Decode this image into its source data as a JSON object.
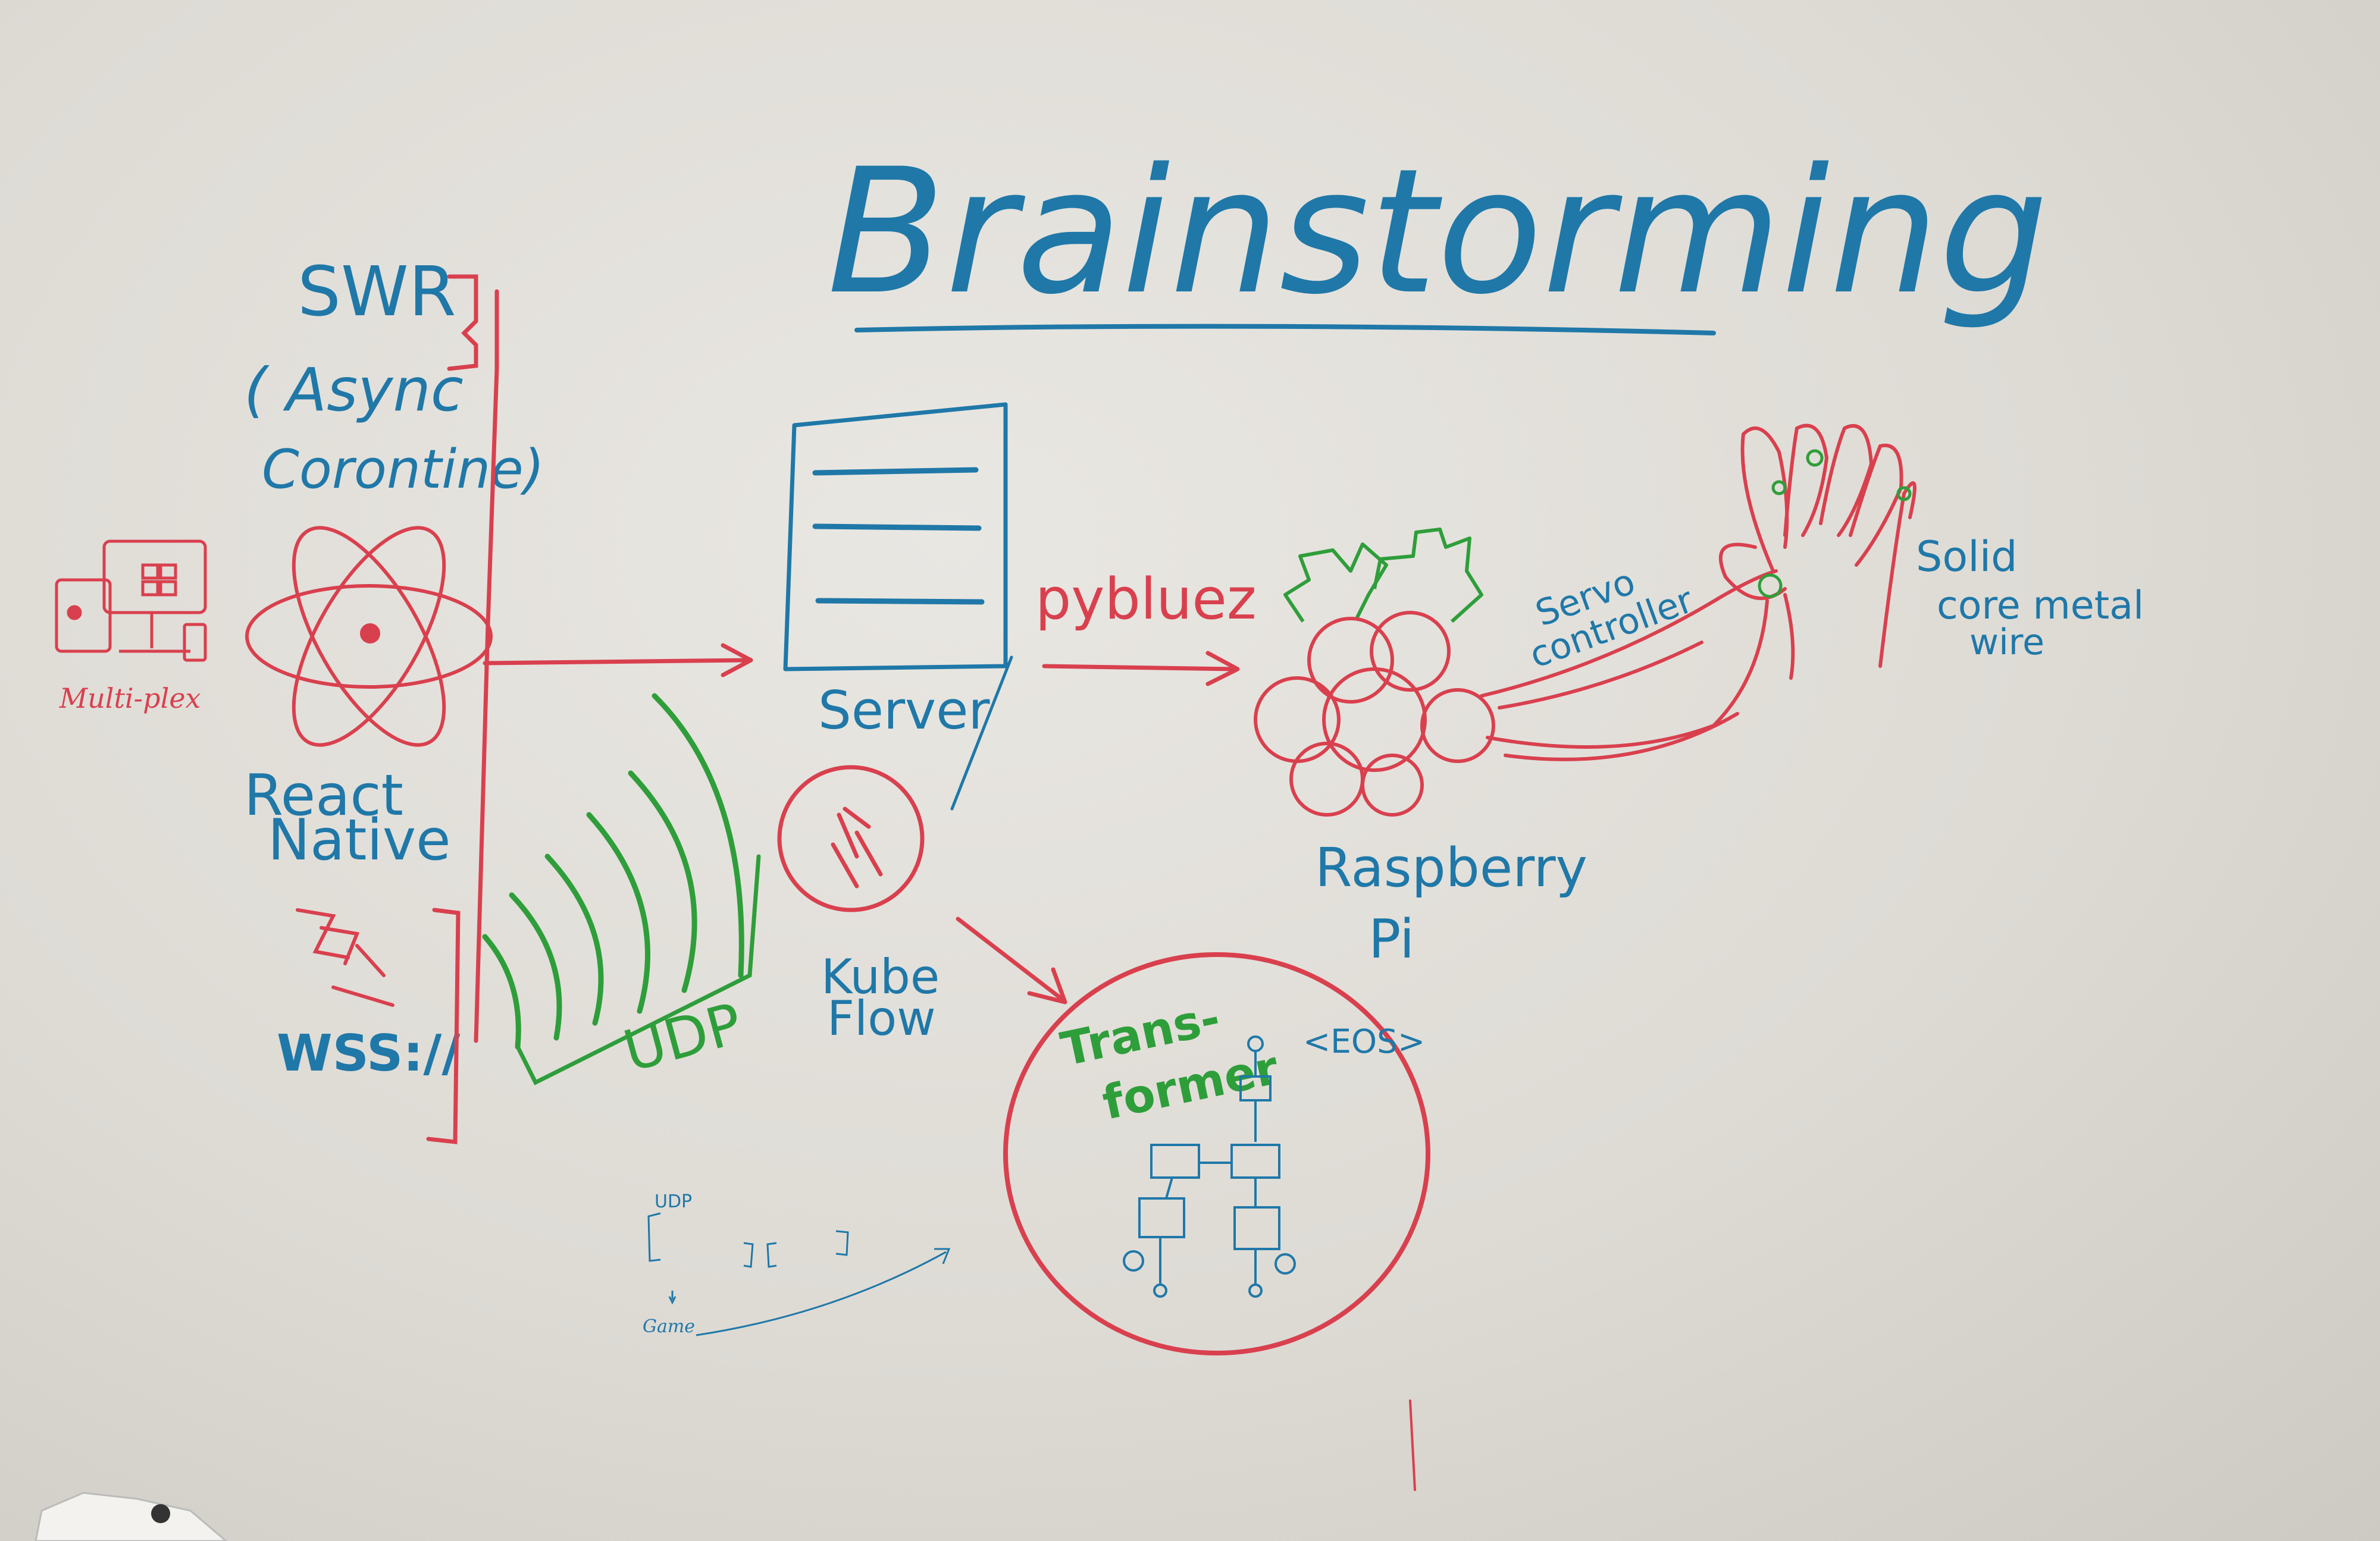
{
  "title": "Brainstorming",
  "colors": {
    "blue": "#1f78a8",
    "red": "#d9404e",
    "green": "#2e9e3a"
  },
  "labels": {
    "swr": "SWR",
    "async_line1": "( Async",
    "async_line2": "Corontine)",
    "react_line1": "React",
    "react_line2": "Native",
    "wss": "WSS://",
    "udp": "UDP",
    "server": "Server",
    "pybluez": "pybluez",
    "kube_line1": "Kube",
    "kube_line2": "Flow",
    "transformer_line1": "Trans-",
    "transformer_line2": "former",
    "eos": "<EOS>",
    "raspberry_line1": "Raspberry",
    "raspberry_line2": "Pi",
    "servo_line1": "Servo",
    "servo_line2": "controller",
    "wire_line1": "Solid",
    "wire_line2": "core metal",
    "wire_line3": "wire",
    "multiplex": "Multi-plex",
    "small_udp": "UDP",
    "small_game": "Game"
  }
}
